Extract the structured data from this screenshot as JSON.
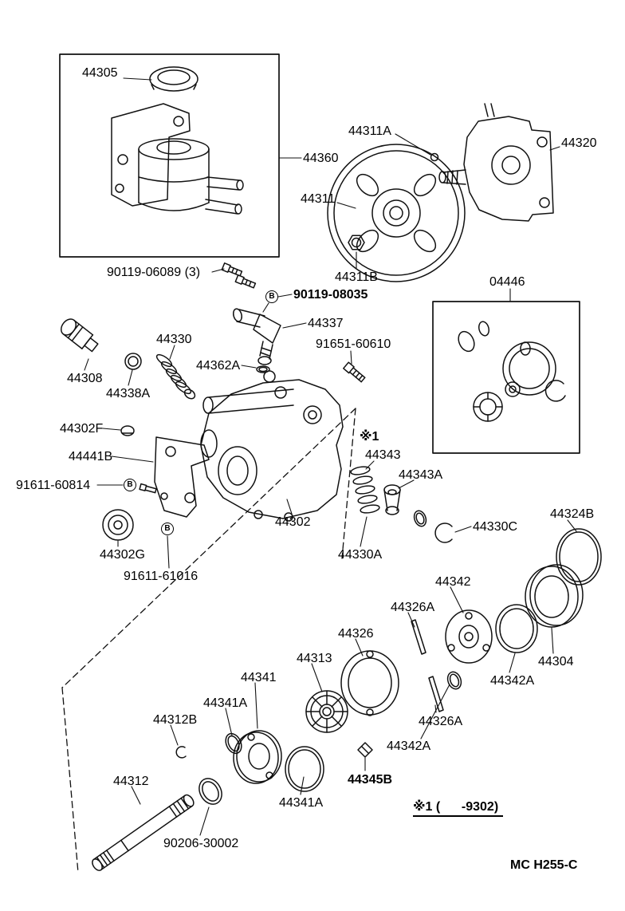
{
  "diagram": {
    "background": "#ffffff",
    "ink": "#000000",
    "callout_symbol": "B",
    "footnote": "※1 (      -9302)",
    "footer_code": "MC H255-C"
  },
  "parts": [
    {
      "id": "44305",
      "label": "44305"
    },
    {
      "id": "44360",
      "label": "44360"
    },
    {
      "id": "90119-06089",
      "label": "90119-06089 (3)"
    },
    {
      "id": "44311A",
      "label": "44311A"
    },
    {
      "id": "44320",
      "label": "44320"
    },
    {
      "id": "44311",
      "label": "44311"
    },
    {
      "id": "44311B",
      "label": "44311B"
    },
    {
      "id": "04446",
      "label": "04446"
    },
    {
      "id": "90119-08035",
      "label": "90119-08035"
    },
    {
      "id": "44337",
      "label": "44337"
    },
    {
      "id": "44330",
      "label": "44330"
    },
    {
      "id": "91651-60610",
      "label": "91651-60610"
    },
    {
      "id": "44362A",
      "label": "44362A"
    },
    {
      "id": "44308",
      "label": "44308"
    },
    {
      "id": "44338A",
      "label": "44338A"
    },
    {
      "id": "44302F",
      "label": "44302F"
    },
    {
      "id": "44441B",
      "label": "44441B"
    },
    {
      "id": "91611-60814",
      "label": "91611-60814"
    },
    {
      "id": "note-1",
      "label": "※1"
    },
    {
      "id": "44343",
      "label": "44343"
    },
    {
      "id": "44343A",
      "label": "44343A"
    },
    {
      "id": "44302",
      "label": "44302"
    },
    {
      "id": "44330C",
      "label": "44330C"
    },
    {
      "id": "44324B",
      "label": "44324B"
    },
    {
      "id": "44302G",
      "label": "44302G"
    },
    {
      "id": "91611-61016",
      "label": "91611-61016"
    },
    {
      "id": "44330A",
      "label": "44330A"
    },
    {
      "id": "44342",
      "label": "44342"
    },
    {
      "id": "44326A-1",
      "label": "44326A"
    },
    {
      "id": "44304",
      "label": "44304"
    },
    {
      "id": "44342A-1",
      "label": "44342A"
    },
    {
      "id": "44326",
      "label": "44326"
    },
    {
      "id": "44313",
      "label": "44313"
    },
    {
      "id": "44341",
      "label": "44341"
    },
    {
      "id": "44341A-1",
      "label": "44341A"
    },
    {
      "id": "44312B",
      "label": "44312B"
    },
    {
      "id": "44326A-2",
      "label": "44326A"
    },
    {
      "id": "44342A-2",
      "label": "44342A"
    },
    {
      "id": "44345B",
      "label": "44345B"
    },
    {
      "id": "44312",
      "label": "44312"
    },
    {
      "id": "44341A-2",
      "label": "44341A"
    },
    {
      "id": "90206-30002",
      "label": "90206-30002"
    }
  ]
}
